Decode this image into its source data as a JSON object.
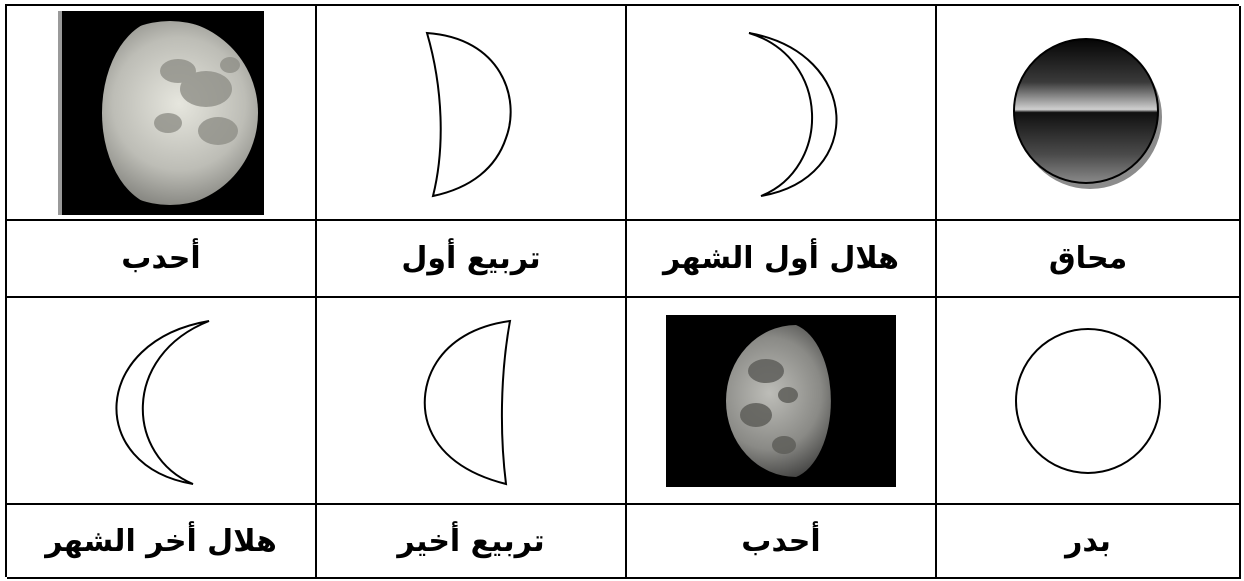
{
  "table": {
    "row1_labels": [
      "أحدب",
      "تربيع أول",
      "هلال أول الشهر",
      "محاق"
    ],
    "row2_labels": [
      "هلال أخر الشهر",
      "تربيع أخير",
      "أحدب",
      "بدر"
    ]
  },
  "icons": {
    "row1": [
      "waxing-gibbous-photo",
      "first-quarter-icon",
      "waxing-crescent-icon",
      "new-moon-icon"
    ],
    "row2": [
      "waning-crescent-icon",
      "last-quarter-icon",
      "waning-gibbous-photo",
      "full-moon-icon"
    ]
  },
  "colors": {
    "border": "#000000",
    "sky": "#000000",
    "moon_light": "#d8d8d0",
    "moon_dark": "#8a8a84"
  }
}
